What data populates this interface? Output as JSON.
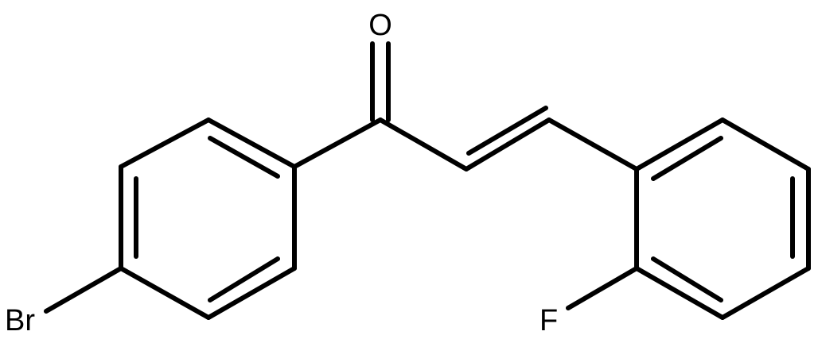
{
  "molecule": {
    "atoms": {
      "oxygen": "O",
      "bromine": "Br",
      "fluorine": "F"
    }
  },
  "colors": {
    "background": "#ffffff",
    "ink": "#000000"
  }
}
